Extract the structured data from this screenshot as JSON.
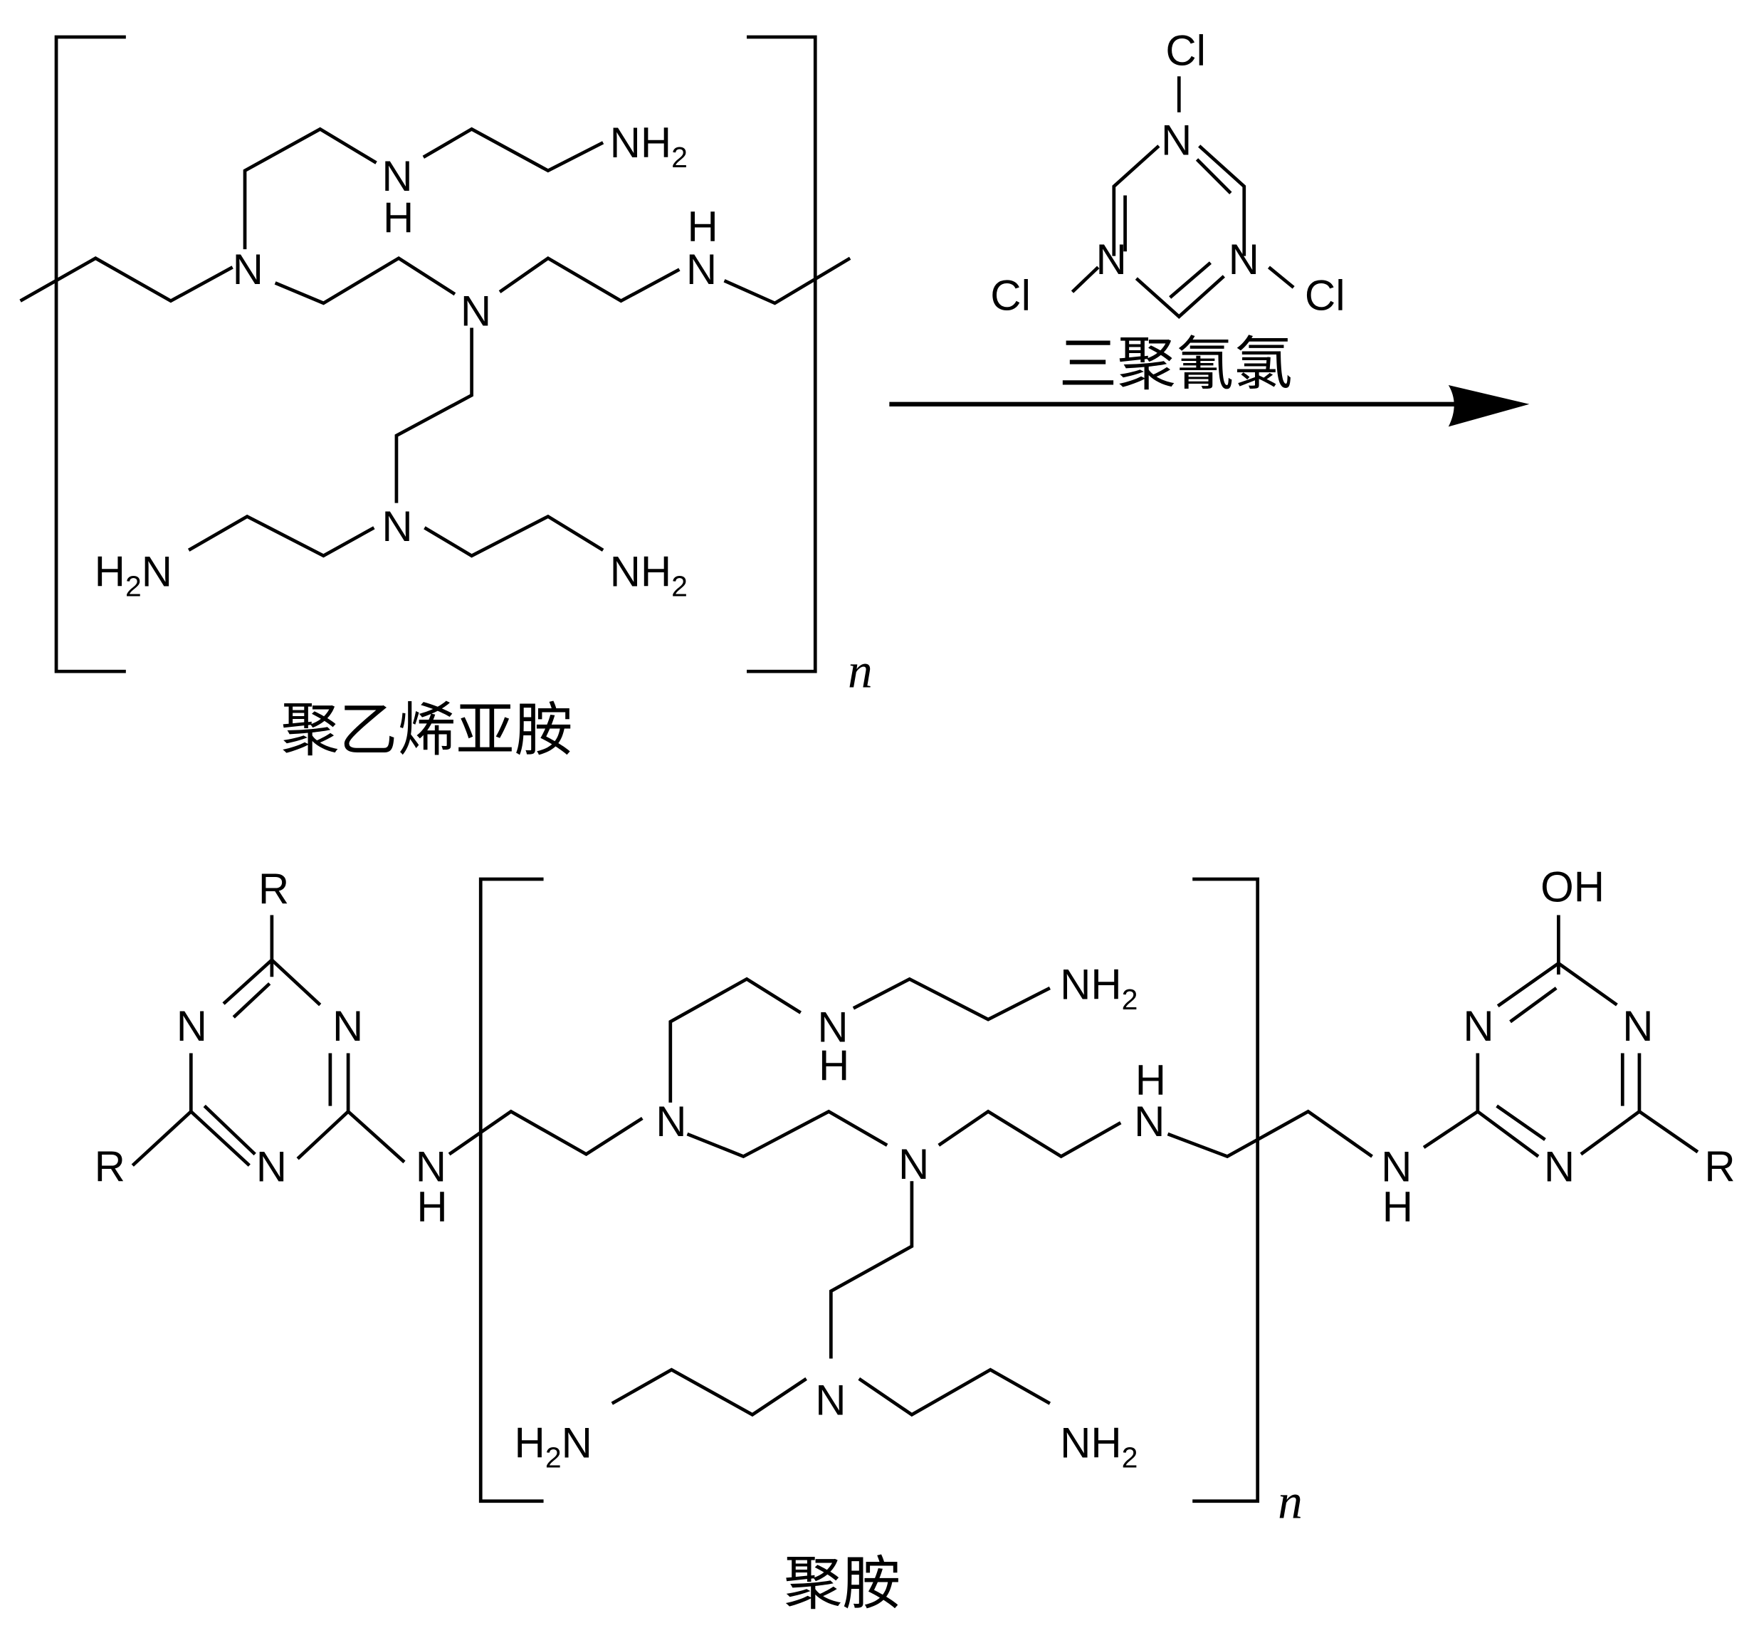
{
  "reactant": {
    "name": "聚乙烯亚胺",
    "repeat_subscript": "n",
    "atoms": {
      "n_backbone_1": "N",
      "n_backbone_2": "N",
      "nh_backbone_n": "N",
      "nh_backbone_h": "H",
      "nh_top_n": "N",
      "nh_top_h": "H",
      "nh2_top": "NH",
      "nh2_top_sub": "2",
      "n_bottom": "N",
      "h2n_left_h": "H",
      "h2n_left_sub": "2",
      "h2n_left_n": "N",
      "nh2_right": "NH",
      "nh2_right_sub": "2"
    }
  },
  "reagent": {
    "name": "三聚氰氯",
    "atoms": {
      "cl_top": "Cl",
      "n_top": "N",
      "n_left": "N",
      "n_right": "N",
      "cl_left": "Cl",
      "cl_right": "Cl"
    }
  },
  "product": {
    "name": "聚胺",
    "repeat_subscript": "n",
    "left_triazine": {
      "r_top": "R",
      "r_left": "R",
      "n1": "N",
      "n2": "N",
      "n3": "N",
      "nh_n": "N",
      "nh_h": "H"
    },
    "right_triazine": {
      "oh": "OH",
      "r_right": "R",
      "n1": "N",
      "n2": "N",
      "n3": "N",
      "nh_n": "N",
      "nh_h": "H"
    },
    "atoms": {
      "n_backbone_1": "N",
      "n_backbone_2": "N",
      "nh_backbone_n": "N",
      "nh_backbone_h": "H",
      "nh_top_n": "N",
      "nh_top_h": "H",
      "nh2_top": "NH",
      "nh2_top_sub": "2",
      "n_bottom": "N",
      "h2n_left_h": "H",
      "h2n_left_sub": "2",
      "h2n_left_n": "N",
      "nh2_right": "NH",
      "nh2_right_sub": "2"
    }
  },
  "arrow": {
    "direction": "right"
  }
}
